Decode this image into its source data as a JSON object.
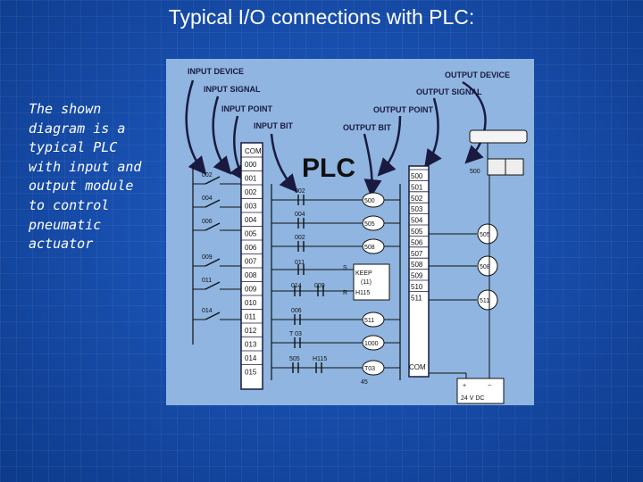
{
  "slide": {
    "title": "Typical I/O connections with PLC:",
    "body": "The shown diagram is a typical PLC with input and output module to control pneumatic actuator"
  },
  "diagram": {
    "labels": {
      "input_device": "INPUT DEVICE",
      "input_signal": "INPUT SIGNAL",
      "input_point": "INPUT POINT",
      "input_bit": "INPUT BIT",
      "output_device": "OUTPUT DEVICE",
      "output_signal": "OUTPUT SIGNAL",
      "output_point": "OUTPUT POINT",
      "output_bit": "OUTPUT BIT",
      "plc": "PLC",
      "com_top": "COM",
      "com_bottom": "COM",
      "power": "24 V DC",
      "plus": "+",
      "minus": "−"
    },
    "input_terminals": [
      "000",
      "001",
      "002",
      "003",
      "004",
      "005",
      "006",
      "007",
      "008",
      "009",
      "010",
      "011",
      "012",
      "013",
      "014",
      "015"
    ],
    "output_terminals": [
      "500",
      "501",
      "502",
      "503",
      "504",
      "505",
      "506",
      "507",
      "508",
      "509",
      "510",
      "511"
    ],
    "switches": [
      "002",
      "004",
      "006",
      "009",
      "011",
      "014"
    ],
    "contacts": [
      "002",
      "004",
      "002",
      "011",
      "014",
      "009",
      "006",
      "T 03",
      "505",
      "H115"
    ],
    "coils": [
      "500",
      "505",
      "508",
      "511",
      "1000",
      "T03"
    ],
    "keep": {
      "title": "KEEP",
      "sub": "(11)",
      "name": "H115",
      "set": "S",
      "reset": "R"
    },
    "lamps": [
      "505",
      "508",
      "511"
    ],
    "valve": "500",
    "end_note": "45"
  }
}
